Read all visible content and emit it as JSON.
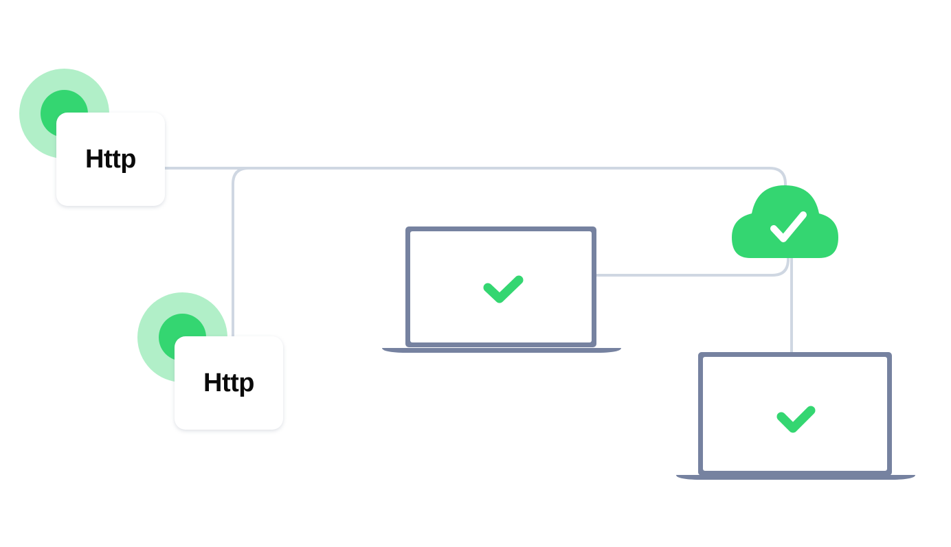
{
  "diagram": {
    "nodes": [
      {
        "id": "http-1",
        "type": "http-endpoint",
        "label": "Http",
        "status": "active"
      },
      {
        "id": "http-2",
        "type": "http-endpoint",
        "label": "Http",
        "status": "active"
      },
      {
        "id": "laptop-1",
        "type": "client-laptop",
        "status": "check-ok"
      },
      {
        "id": "cloud",
        "type": "cloud-service",
        "status": "check-ok"
      },
      {
        "id": "laptop-2",
        "type": "client-laptop",
        "status": "check-ok"
      }
    ],
    "edges": [
      {
        "from": "http-1",
        "to": "cloud"
      },
      {
        "from": "http-2",
        "to": "cloud"
      },
      {
        "from": "laptop-1",
        "to": "cloud"
      },
      {
        "from": "cloud",
        "to": "laptop-2"
      }
    ],
    "icons": {
      "status_indicator": "pulse-dot-icon",
      "laptop": "laptop-icon",
      "cloud": "cloud-check-icon",
      "check": "checkmark-icon"
    }
  },
  "colors": {
    "green": "#34d671",
    "green_light": "#b1efc8",
    "line": "#cfd7e2",
    "laptop": "#7682a0",
    "text": "#0a0a0a"
  }
}
